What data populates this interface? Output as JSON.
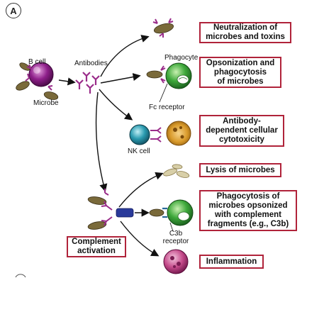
{
  "panel_letter": "A",
  "labels": {
    "b_cell": "B cell",
    "microbe": "Microbe",
    "antibodies": "Antibodies",
    "phagocyte": "Phagocyte",
    "fc_receptor": "Fc receptor",
    "nk_cell": "NK cell",
    "c3b_receptor": "C3b\nreceptor"
  },
  "outcomes": {
    "neutralization": "Neutralization of\nmicrobes and toxins",
    "opsonization": "Opsonization and\nphagocytosis\nof microbes",
    "adcc": "Antibody-\ndependent cellular\ncytotoxicity",
    "lysis": "Lysis of microbes",
    "complement_phagocytosis": "Phagocytosis of\nmicrobes opsonized\nwith complement\nfragments (e.g., C3b)",
    "inflammation": "Inflammation"
  },
  "complement_activation": "Complement\nactivation",
  "colors": {
    "box_border": "#b0233a",
    "b_cell": "#8e1f8a",
    "phagocyte": "#3da83a",
    "nk_cell": "#2a9bb0",
    "microbe": "#7a6a3a",
    "antibody": "#9a2c8a",
    "inflammation_cell": "#c44a8a"
  }
}
